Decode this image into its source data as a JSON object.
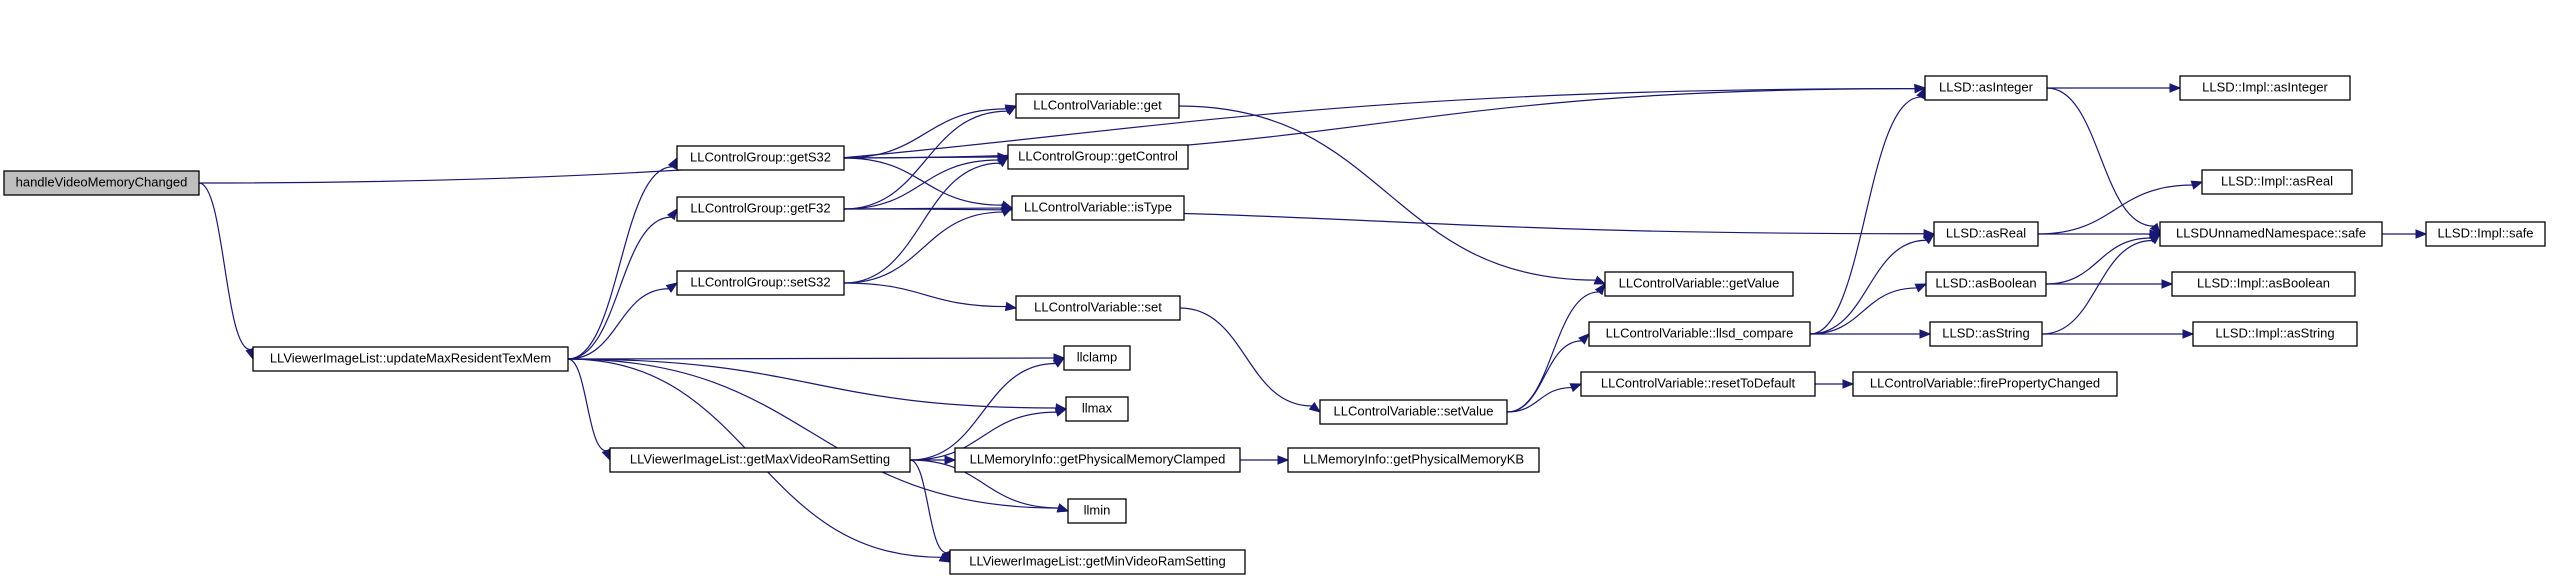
{
  "graph": {
    "edge_color": "#191970",
    "root_fill": "#bfbfbf",
    "nodes": {
      "n_handle": "handleVideoMemoryChanged",
      "n_update": "LLViewerImageList::updateMaxResidentTexMem",
      "n_gets32": "LLControlGroup::getS32",
      "n_getf32": "LLControlGroup::getF32",
      "n_sets32": "LLControlGroup::setS32",
      "n_cvget": "LLControlVariable::get",
      "n_getcontrol": "LLControlGroup::getControl",
      "n_istype": "LLControlVariable::isType",
      "n_cvset": "LLControlVariable::set",
      "n_setvalue": "LLControlVariable::setValue",
      "n_getvalue": "LLControlVariable::getValue",
      "n_llsdcompare": "LLControlVariable::llsd_compare",
      "n_reset": "LLControlVariable::resetToDefault",
      "n_fire": "LLControlVariable::firePropertyChanged",
      "n_asinteger": "LLSD::asInteger",
      "n_implasinteger": "LLSD::Impl::asInteger",
      "n_asreal": "LLSD::asReal",
      "n_implasreal": "LLSD::Impl::asReal",
      "n_asboolean": "LLSD::asBoolean",
      "n_implasboolean": "LLSD::Impl::asBoolean",
      "n_asstring": "LLSD::asString",
      "n_implasstring": "LLSD::Impl::asString",
      "n_safe": "LLSDUnnamedNamespace::safe",
      "n_implsafe": "LLSD::Impl::safe",
      "n_llclamp": "llclamp",
      "n_llmax": "llmax",
      "n_llmin": "llmin",
      "n_getmaxvram": "LLViewerImageList::getMaxVideoRamSetting",
      "n_getminvram": "LLViewerImageList::getMinVideoRamSetting",
      "n_getphysclamped": "LLMemoryInfo::getPhysicalMemoryClamped",
      "n_getphyskb": "LLMemoryInfo::getPhysicalMemoryKB"
    },
    "edges": [
      [
        "n_handle",
        "n_update"
      ],
      [
        "n_handle",
        "n_asinteger"
      ],
      [
        "n_update",
        "n_gets32"
      ],
      [
        "n_update",
        "n_getf32"
      ],
      [
        "n_update",
        "n_sets32"
      ],
      [
        "n_update",
        "n_llclamp"
      ],
      [
        "n_update",
        "n_llmax"
      ],
      [
        "n_update",
        "n_getmaxvram"
      ],
      [
        "n_update",
        "n_llmin"
      ],
      [
        "n_update",
        "n_getminvram"
      ],
      [
        "n_gets32",
        "n_cvget"
      ],
      [
        "n_gets32",
        "n_getcontrol"
      ],
      [
        "n_gets32",
        "n_istype"
      ],
      [
        "n_gets32",
        "n_asinteger"
      ],
      [
        "n_getf32",
        "n_cvget"
      ],
      [
        "n_getf32",
        "n_getcontrol"
      ],
      [
        "n_getf32",
        "n_istype"
      ],
      [
        "n_getf32",
        "n_asreal"
      ],
      [
        "n_sets32",
        "n_getcontrol"
      ],
      [
        "n_sets32",
        "n_istype"
      ],
      [
        "n_sets32",
        "n_cvset"
      ],
      [
        "n_cvget",
        "n_getvalue"
      ],
      [
        "n_cvset",
        "n_setvalue"
      ],
      [
        "n_setvalue",
        "n_getvalue"
      ],
      [
        "n_setvalue",
        "n_llsdcompare"
      ],
      [
        "n_setvalue",
        "n_reset"
      ],
      [
        "n_reset",
        "n_fire"
      ],
      [
        "n_llsdcompare",
        "n_asinteger"
      ],
      [
        "n_llsdcompare",
        "n_asreal"
      ],
      [
        "n_llsdcompare",
        "n_asboolean"
      ],
      [
        "n_llsdcompare",
        "n_asstring"
      ],
      [
        "n_asinteger",
        "n_implasinteger"
      ],
      [
        "n_asinteger",
        "n_safe"
      ],
      [
        "n_asreal",
        "n_implasreal"
      ],
      [
        "n_asreal",
        "n_safe"
      ],
      [
        "n_asboolean",
        "n_implasboolean"
      ],
      [
        "n_asboolean",
        "n_safe"
      ],
      [
        "n_asstring",
        "n_implasstring"
      ],
      [
        "n_asstring",
        "n_safe"
      ],
      [
        "n_safe",
        "n_implsafe"
      ],
      [
        "n_getmaxvram",
        "n_llclamp"
      ],
      [
        "n_getmaxvram",
        "n_llmax"
      ],
      [
        "n_getmaxvram",
        "n_getphysclamped"
      ],
      [
        "n_getmaxvram",
        "n_llmin"
      ],
      [
        "n_getmaxvram",
        "n_getminvram"
      ],
      [
        "n_getphysclamped",
        "n_getphyskb"
      ]
    ]
  }
}
